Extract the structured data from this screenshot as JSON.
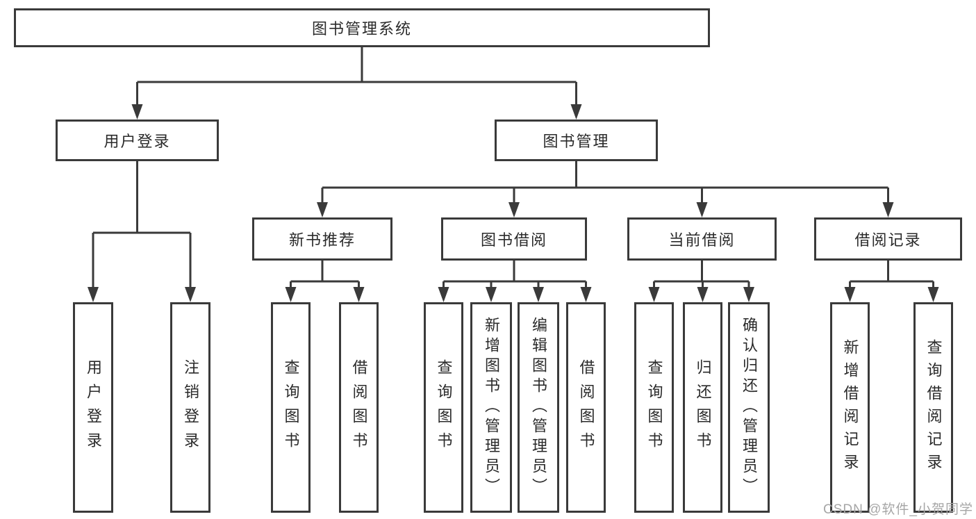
{
  "diagram": {
    "root": {
      "label": "图书管理系统"
    },
    "level2": [
      {
        "id": "user-login",
        "label": "用户登录"
      },
      {
        "id": "book-management",
        "label": "图书管理"
      }
    ],
    "level3": [
      {
        "id": "new-book-recommend",
        "label": "新书推荐",
        "parent": "book-management"
      },
      {
        "id": "book-borrowing",
        "label": "图书借阅",
        "parent": "book-management"
      },
      {
        "id": "current-borrowing",
        "label": "当前借阅",
        "parent": "book-management"
      },
      {
        "id": "borrowing-records",
        "label": "借阅记录",
        "parent": "book-management"
      }
    ],
    "leaves": [
      {
        "label": "用户登录",
        "parent": "user-login"
      },
      {
        "label": "注销登录",
        "parent": "user-login"
      },
      {
        "label": "查询图书",
        "parent": "new-book-recommend"
      },
      {
        "label": "借阅图书",
        "parent": "new-book-recommend"
      },
      {
        "label": "查询图书",
        "parent": "book-borrowing"
      },
      {
        "label": "新增图书（管理员）",
        "parent": "book-borrowing"
      },
      {
        "label": "编辑图书（管理员）",
        "parent": "book-borrowing"
      },
      {
        "label": "借阅图书",
        "parent": "book-borrowing"
      },
      {
        "label": "查询图书",
        "parent": "current-borrowing"
      },
      {
        "label": "归还图书",
        "parent": "current-borrowing"
      },
      {
        "label": "确认归还（管理员）",
        "parent": "current-borrowing"
      },
      {
        "label": "新增借阅记录",
        "parent": "borrowing-records"
      },
      {
        "label": "查询借阅记录",
        "parent": "borrowing-records"
      }
    ],
    "colors": {
      "line": "#3a3a3a",
      "box_border": "#3a3a3a",
      "text": "#2a2a2a",
      "background": "#ffffff",
      "watermark": "#a6a6a6"
    }
  },
  "watermark": {
    "text": "CSDN @软件_小贺同学"
  }
}
